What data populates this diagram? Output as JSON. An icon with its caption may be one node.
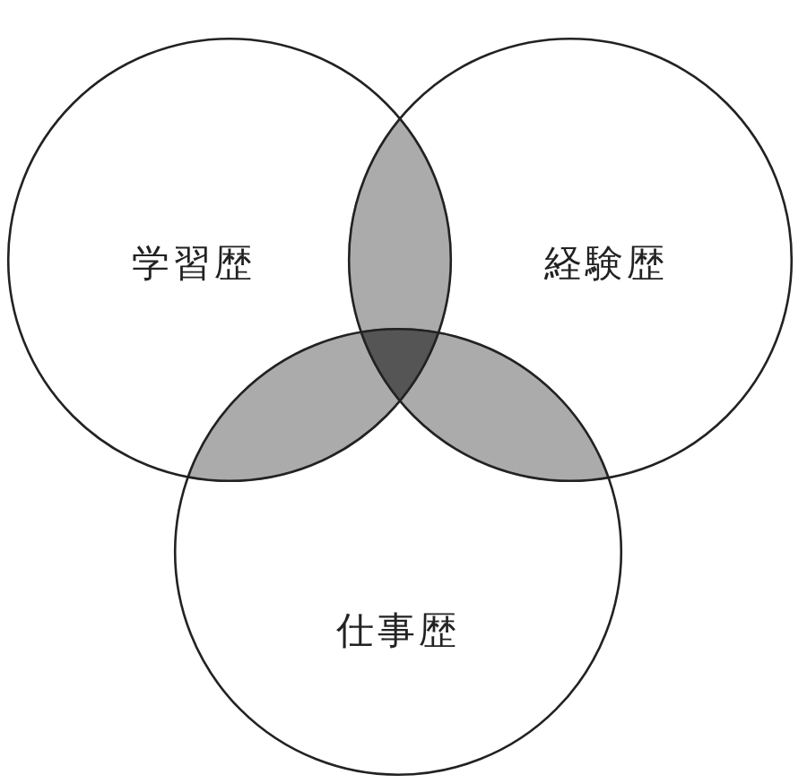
{
  "diagram": {
    "nodes": [
      {
        "text": [
          "学習歴"
        ]
      },
      {
        "text": [
          "経験歴"
        ]
      },
      {
        "text": [
          "仕事歴"
        ]
      }
    ]
  }
}
